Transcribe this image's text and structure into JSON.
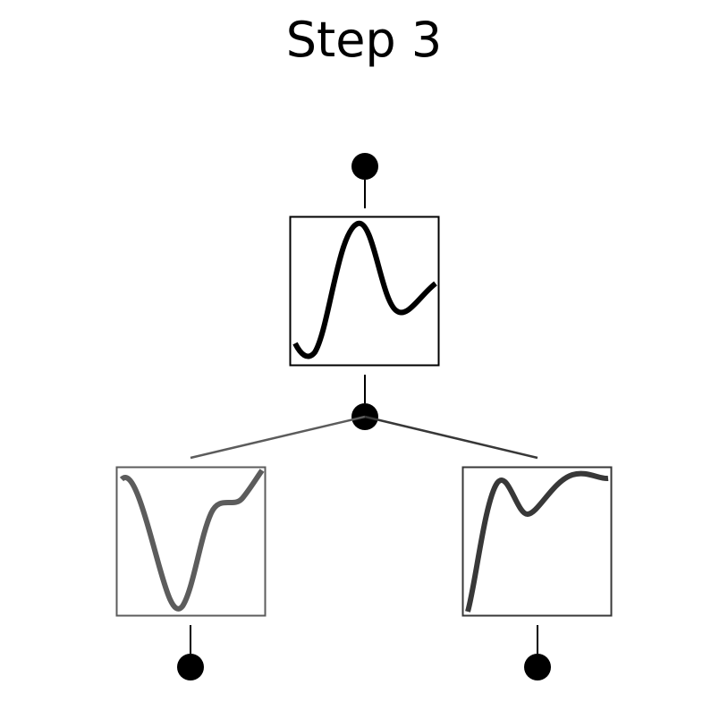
{
  "title": "Step 3",
  "colors": {
    "background": "#ffffff",
    "root": "#000000",
    "left_child": "#5c5c5c",
    "right_child": "#383838"
  },
  "nodes": [
    {
      "id": "root",
      "curve": "dip-then-sharp-peak-then-dip-and-rise",
      "color": "#000000"
    },
    {
      "id": "left-child",
      "curve": "deep-valley-then-rise",
      "color": "#5c5c5c"
    },
    {
      "id": "right-child",
      "curve": "sharp-rise-then-dip-then-plateau",
      "color": "#383838"
    }
  ]
}
